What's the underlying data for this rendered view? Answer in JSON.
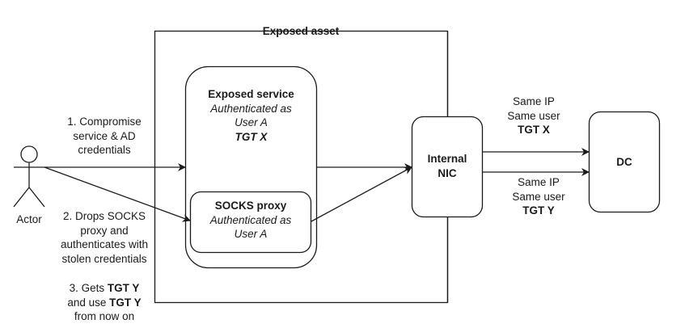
{
  "diagram": {
    "container": {
      "title": "Exposed asset"
    },
    "actor": {
      "label": "Actor"
    },
    "nodes": {
      "exposed_service": {
        "title": "Exposed service",
        "auth_line1": "Authenticated as",
        "auth_line2": "User A",
        "ticket": "TGT X"
      },
      "socks_proxy": {
        "title": "SOCKS proxy",
        "auth_line1": "Authenticated as",
        "auth_line2": "User A"
      },
      "internal_nic": {
        "line1": "Internal",
        "line2": "NIC"
      },
      "dc": {
        "title": "DC"
      }
    },
    "steps": {
      "step1": {
        "line1": "1. Compromise",
        "line2": "service & AD",
        "line3": "credentials"
      },
      "step2": {
        "line1": "2. Drops SOCKS",
        "line2": "proxy and",
        "line3": "authenticates with",
        "line4": "stolen credentials"
      },
      "step3": {
        "prefix1": "3. Gets ",
        "ticket1": "TGT Y",
        "prefix2": "and use ",
        "ticket2": "TGT Y",
        "line3": "from now on"
      }
    },
    "edges": {
      "nic_to_dc_top": {
        "line1": "Same IP",
        "line2": "Same user",
        "ticket": "TGT X"
      },
      "nic_to_dc_bottom": {
        "line1": "Same IP",
        "line2": "Same user",
        "ticket": "TGT Y"
      }
    },
    "colors": {
      "stroke": "#1a1a1a",
      "background": "#ffffff"
    }
  }
}
